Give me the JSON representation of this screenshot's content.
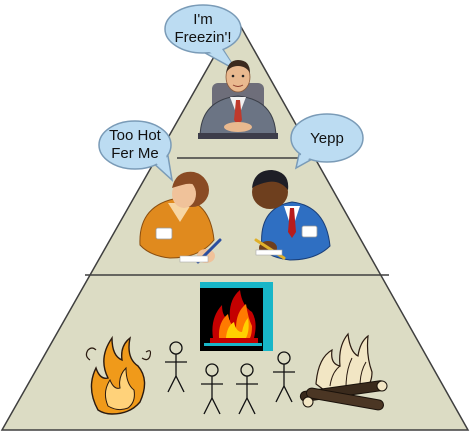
{
  "colors": {
    "pyramid_fill": "#dcdcc4",
    "pyramid_stroke": "#3f3f3f",
    "bubble_fill": "#bcdcf2",
    "bubble_stroke": "#7a9bb7",
    "fire_bg": "#000000",
    "fire_edge": "#18b6c8",
    "flame_outer": "#c40000",
    "flame_inner": "#ff7a00",
    "flame_core": "#ffd000"
  },
  "tiers": [
    {
      "level": "top",
      "speech": {
        "lines": [
          "I'm",
          "Freezin'!"
        ]
      },
      "figures": [
        {
          "icon": "seated-businessman-icon"
        }
      ]
    },
    {
      "level": "middle",
      "speech_left": {
        "lines": [
          "Too Hot",
          "Fer Me"
        ]
      },
      "speech_right": {
        "lines": [
          "Yepp"
        ]
      },
      "figures": [
        {
          "icon": "woman-writing-icon"
        },
        {
          "icon": "man-writing-icon"
        }
      ]
    },
    {
      "level": "bottom",
      "figures": [
        {
          "icon": "fireplace-icon"
        },
        {
          "icon": "flame-icon"
        },
        {
          "icon": "stick-figure-icon"
        },
        {
          "icon": "stick-figure-icon"
        },
        {
          "icon": "stick-figure-icon"
        },
        {
          "icon": "stick-figure-icon"
        },
        {
          "icon": "campfire-icon"
        }
      ]
    }
  ]
}
